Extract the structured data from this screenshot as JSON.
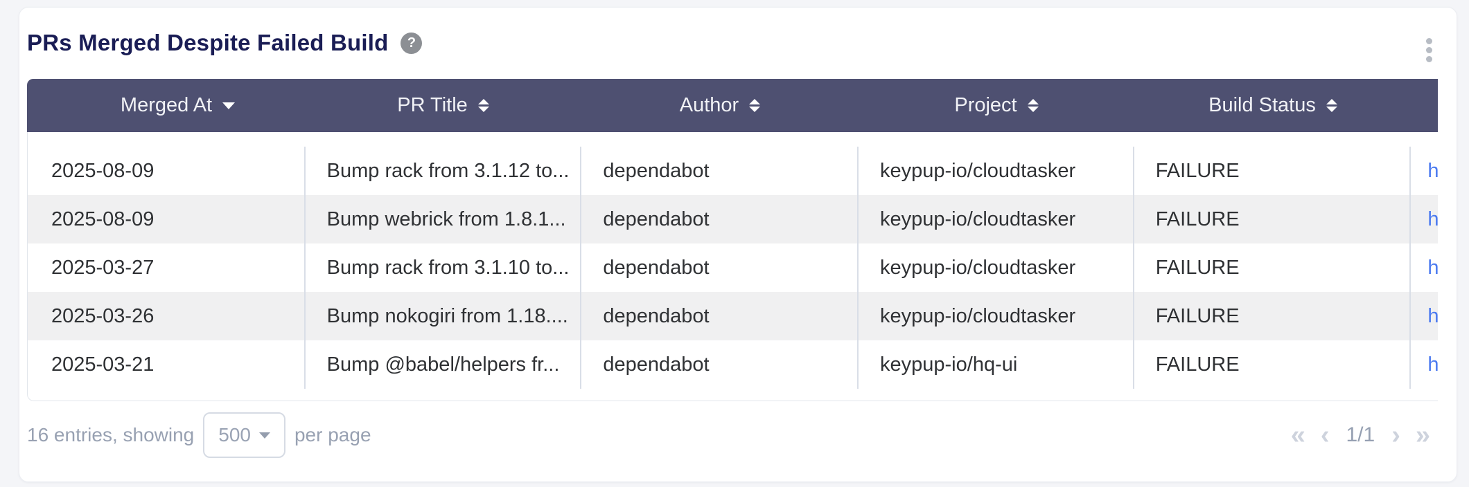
{
  "card": {
    "title": "PRs Merged Despite Failed Build"
  },
  "table": {
    "columns": [
      {
        "label": "Merged At",
        "sort": "desc"
      },
      {
        "label": "PR Title",
        "sort": "unsorted"
      },
      {
        "label": "Author",
        "sort": "unsorted"
      },
      {
        "label": "Project",
        "sort": "unsorted"
      },
      {
        "label": "Build Status",
        "sort": "unsorted"
      },
      {
        "label": "",
        "sort": "none"
      }
    ],
    "rows": [
      {
        "merged_at": "2025-08-09",
        "pr_title": "Bump rack from 3.1.12 to...",
        "author": "dependabot",
        "project": "keypup-io/cloudtasker",
        "build_status": "FAILURE",
        "link": "h"
      },
      {
        "merged_at": "2025-08-09",
        "pr_title": "Bump webrick from 1.8.1...",
        "author": "dependabot",
        "project": "keypup-io/cloudtasker",
        "build_status": "FAILURE",
        "link": "h"
      },
      {
        "merged_at": "2025-03-27",
        "pr_title": "Bump rack from 3.1.10 to...",
        "author": "dependabot",
        "project": "keypup-io/cloudtasker",
        "build_status": "FAILURE",
        "link": "h"
      },
      {
        "merged_at": "2025-03-26",
        "pr_title": "Bump nokogiri from 1.18....",
        "author": "dependabot",
        "project": "keypup-io/cloudtasker",
        "build_status": "FAILURE",
        "link": "h"
      },
      {
        "merged_at": "2025-03-21",
        "pr_title": "Bump @babel/helpers fr...",
        "author": "dependabot",
        "project": "keypup-io/hq-ui",
        "build_status": "FAILURE",
        "link": "h"
      }
    ]
  },
  "footer": {
    "entries_text": "16 entries, showing",
    "page_size": "500",
    "per_page_text": "per page",
    "page_indicator": "1/1",
    "pagination": {
      "first": "«",
      "prev": "‹",
      "next": "›",
      "last": "»"
    }
  },
  "colors": {
    "header_bg": "#4e5071",
    "zebra_row": "#f0f0f1",
    "link_blue": "#4c7bf0",
    "title_navy": "#1a1d55"
  }
}
